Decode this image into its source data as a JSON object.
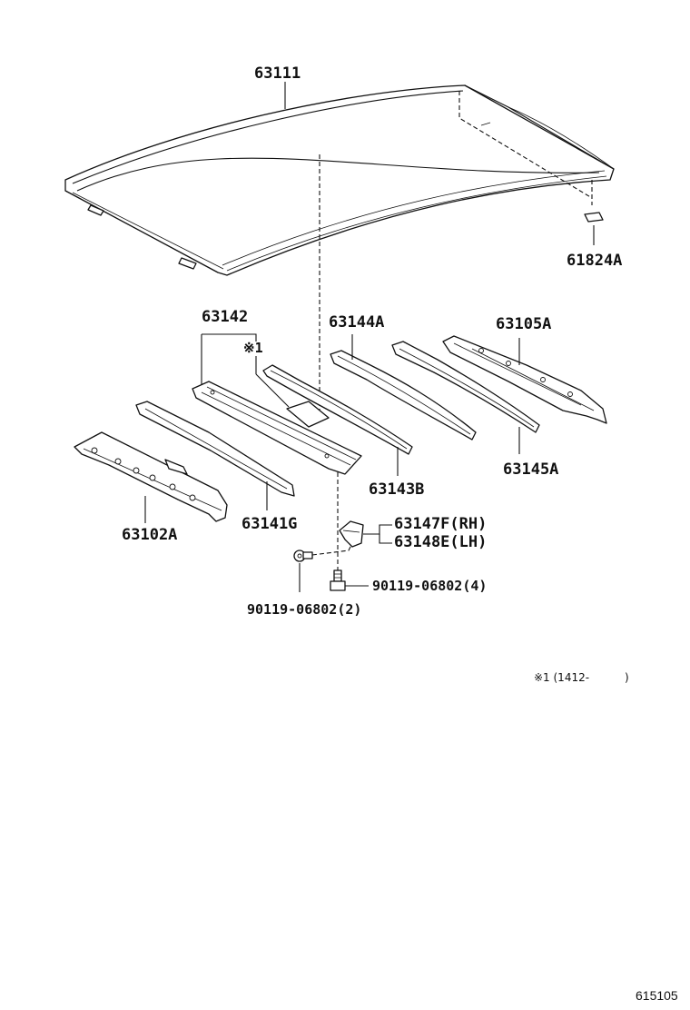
{
  "parts": {
    "roof_panel": "63111",
    "roof_clip": "61824A",
    "roof_bow_assy": "63142",
    "note_marker": "※1",
    "bow_63144a": "63144A",
    "panel_63105a": "63105A",
    "bow_63143b": "63143B",
    "bow_63145a": "63145A",
    "panel_63102a": "63102A",
    "bow_63141g": "63141G",
    "bracket_rh": "63147F(RH)",
    "bracket_lh": "63148E(LH)",
    "bolt_4": "90119-06802(4)",
    "bolt_2": "90119-06802(2)"
  },
  "note": {
    "text": "※1 (1412-",
    "close": ")"
  },
  "document_id": "615105"
}
